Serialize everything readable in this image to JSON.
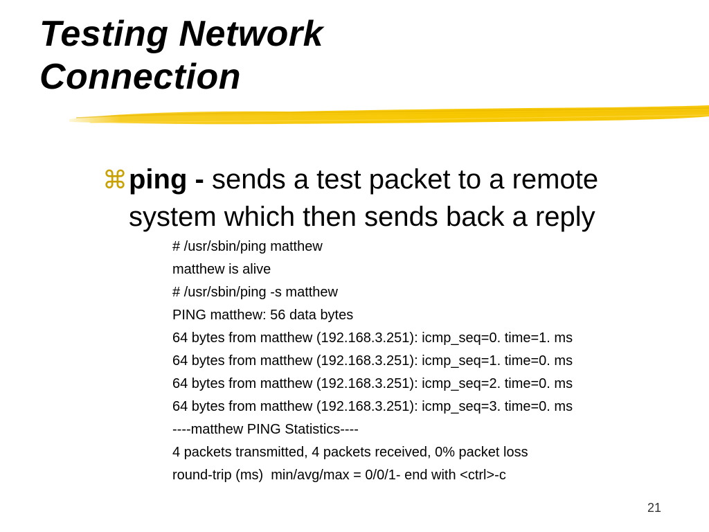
{
  "slide": {
    "title_lines": [
      "Testing Network",
      "Connection"
    ],
    "accent_color": "#f5c400",
    "bullet": {
      "marker": "⌘",
      "term": "ping -",
      "text_line1": " sends a test packet to a remote",
      "text_line2": "system which then sends back a reply"
    },
    "code_lines": [
      "# /usr/sbin/ping matthew",
      "matthew is alive",
      "# /usr/sbin/ping -s matthew",
      "PING matthew: 56 data bytes",
      "64 bytes from matthew (192.168.3.251): icmp_seq=0. time=1. ms",
      "64 bytes from matthew (192.168.3.251): icmp_seq=1. time=0. ms",
      "64 bytes from matthew (192.168.3.251): icmp_seq=2. time=0. ms",
      "64 bytes from matthew (192.168.3.251): icmp_seq=3. time=0. ms",
      "----matthew PING Statistics----",
      "4 packets transmitted, 4 packets received, 0% packet loss",
      "round-trip (ms)  min/avg/max = 0/0/1- end with <ctrl>-c"
    ],
    "page_number": "21"
  }
}
